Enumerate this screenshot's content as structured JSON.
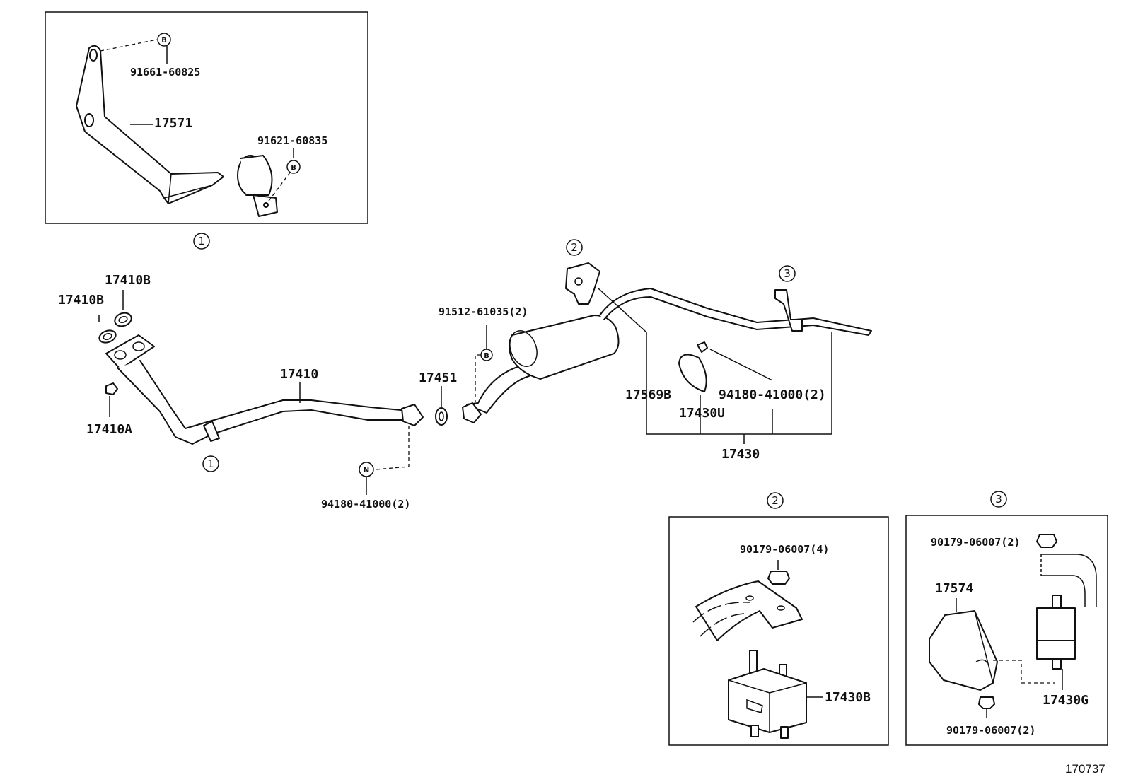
{
  "labels": {
    "p91661": "91661-60825",
    "p17571": "17571",
    "p91621": "91621-60835",
    "p17410b_top": "17410B",
    "p17410b_left": "17410B",
    "p17410a": "17410A",
    "p17410": "17410",
    "p17451": "17451",
    "p91512": "91512-61035(2)",
    "p94180_bottom": "94180-41000(2)",
    "p17569b": "17569B",
    "p94180_right": "94180-41000(2)",
    "p17430u": "17430U",
    "p17430": "17430",
    "p90179_4": "90179-06007(4)",
    "p17430b": "17430B",
    "p90179_top": "90179-06007(2)",
    "p17574": "17574",
    "p17430g": "17430G",
    "p90179_bottom": "90179-06007(2)"
  },
  "markers": {
    "one": "1",
    "two": "2",
    "three": "3",
    "b": "B",
    "n": "N"
  },
  "diagram_code": "170737"
}
